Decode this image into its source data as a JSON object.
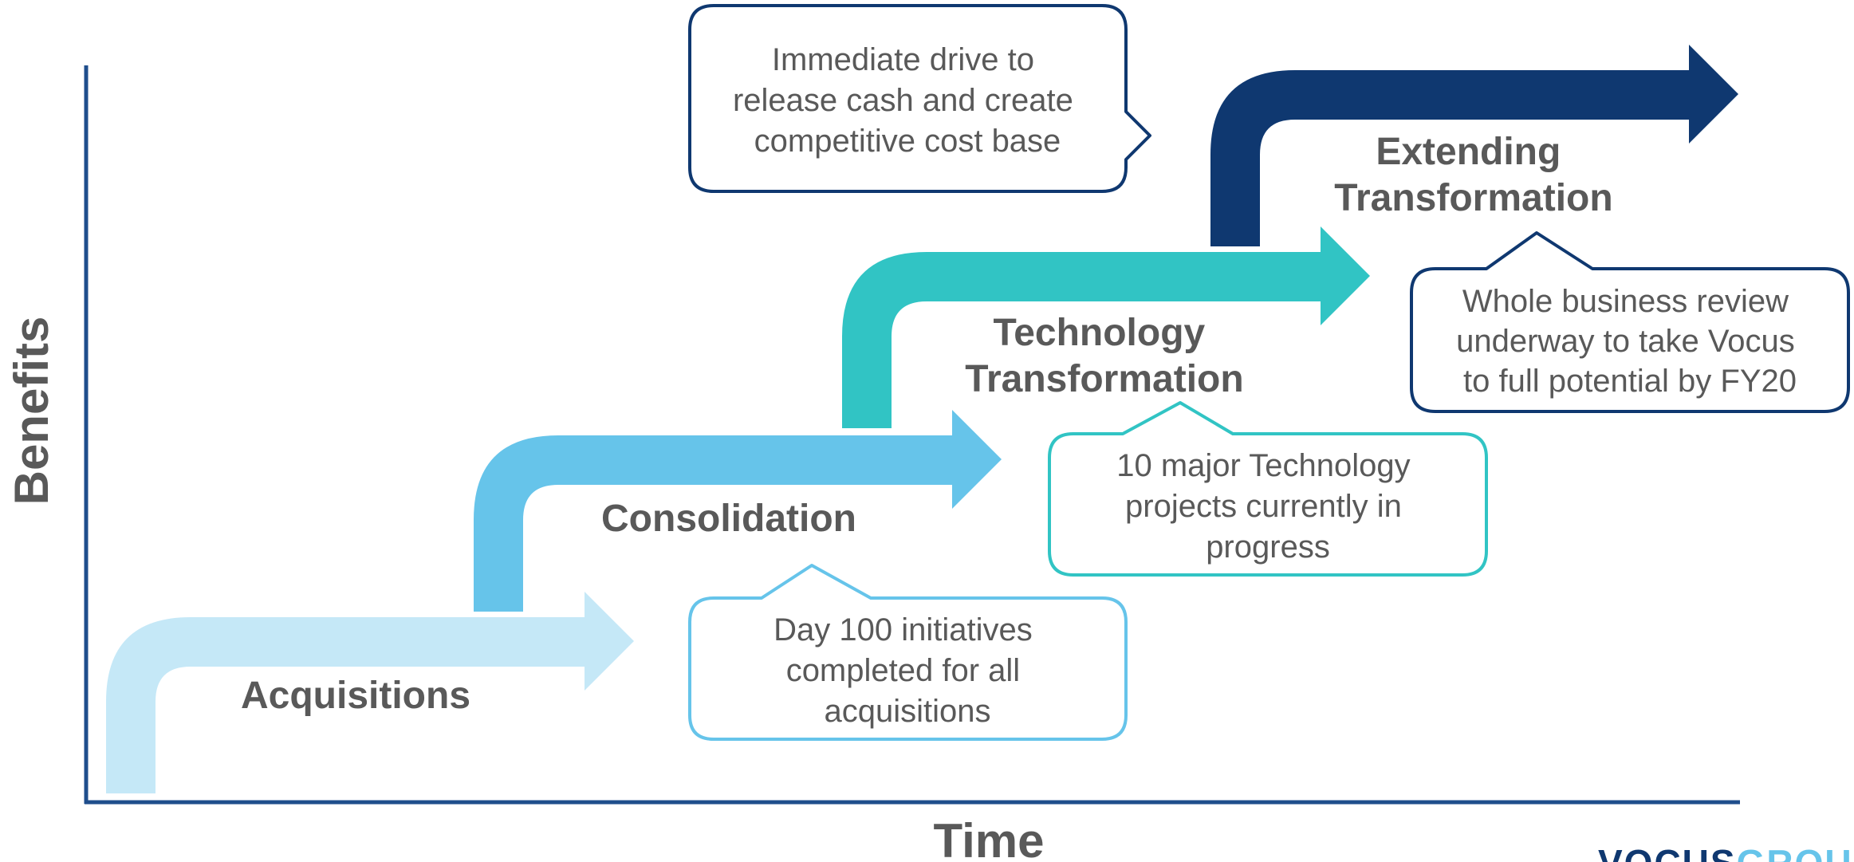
{
  "axes": {
    "y_title": "Benefits",
    "x_title": "Time",
    "color": "#1f4e8c"
  },
  "stages": [
    {
      "label_lines": [
        "Acquisitions"
      ],
      "color": "#c5e8f7"
    },
    {
      "label_lines": [
        "Consolidation"
      ],
      "color": "#66c4ea"
    },
    {
      "label_lines": [
        "Technology",
        "Transformation"
      ],
      "color": "#31c4c4"
    },
    {
      "label_lines": [
        "Extending",
        "Transformation"
      ],
      "color": "#0f3870"
    }
  ],
  "callouts": [
    {
      "lines": [
        "Immediate drive to",
        "release cash and create",
        "competitive cost base"
      ],
      "border_color": "#0f3870"
    },
    {
      "lines": [
        "Day 100 initiatives",
        "completed for all",
        "acquisitions"
      ],
      "border_color": "#66c4ea"
    },
    {
      "lines": [
        "10 major Technology",
        "projects currently in",
        "progress"
      ],
      "border_color": "#31c4c4"
    },
    {
      "lines": [
        "Whole business review",
        "underway to take Vocus",
        "to full potential by FY20"
      ],
      "border_color": "#0f3870"
    }
  ],
  "logo": {
    "parts": [
      "VOCUS",
      "GROUP"
    ],
    "colors": [
      "#0f3870",
      "#66c4ea"
    ]
  }
}
